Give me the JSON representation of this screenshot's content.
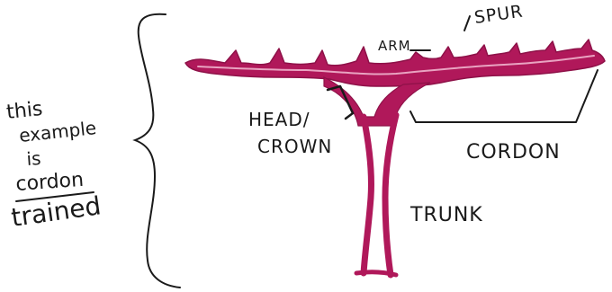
{
  "labels": {
    "side_note": [
      "this",
      "example",
      "is",
      "cordon",
      "trained"
    ],
    "spur": "SPUR",
    "arm": "ARM",
    "head_crown_line1": "HEAD/",
    "head_crown_line2": "CROWN",
    "cordon": "CORDON",
    "trunk": "TRUNK"
  },
  "colors": {
    "vine": "#b0185a",
    "ink": "#1a1a1a"
  }
}
